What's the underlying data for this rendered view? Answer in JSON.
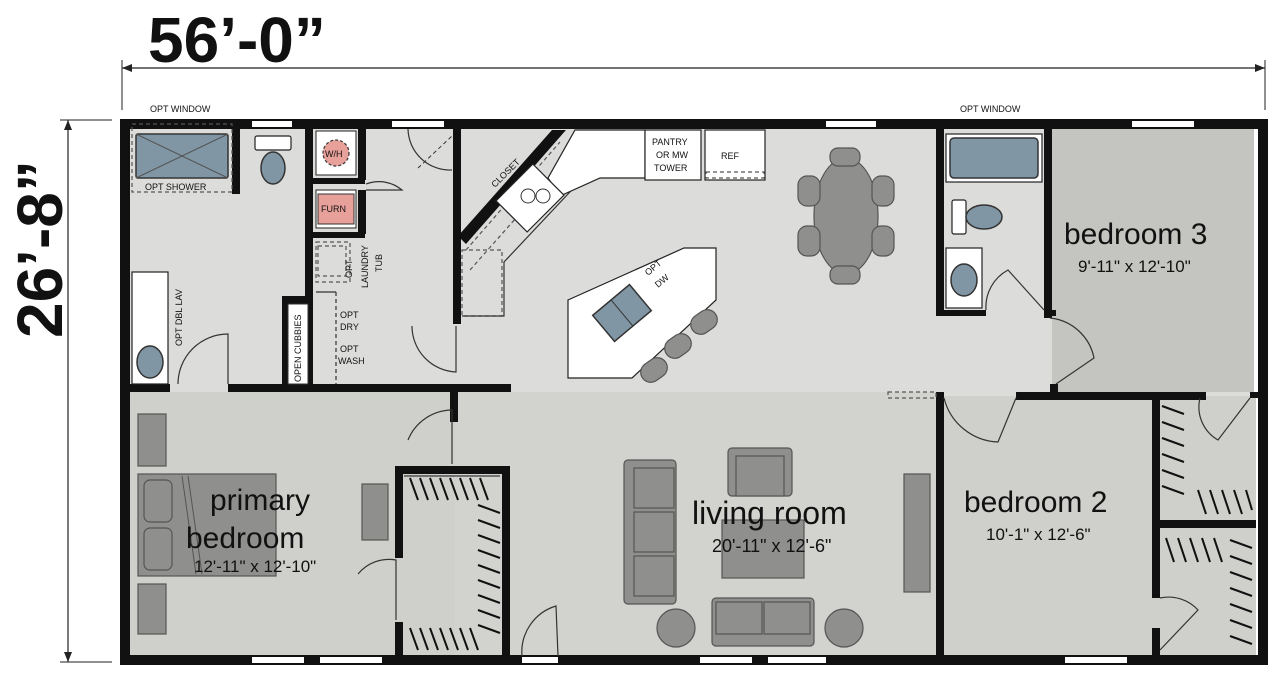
{
  "dimensions": {
    "width": "56’-0”",
    "depth": "26’-8”"
  },
  "rooms": {
    "primary": {
      "name_line1": "primary",
      "name_line2": "bedroom",
      "size": "12'-11\" x 12'-10\""
    },
    "living": {
      "name": "living room",
      "size": "20'-11\" x 12'-6\""
    },
    "bedroom2": {
      "name": "bedroom 2",
      "size": "10'-1\" x 12'-6\""
    },
    "bedroom3": {
      "name": "bedroom 3",
      "size": "9'-11\" x 12'-10\""
    }
  },
  "labels": {
    "opt_window_left": "OPT WINDOW",
    "opt_window_right": "OPT WINDOW",
    "opt_shower": "OPT SHOWER",
    "opt_dbl_lav": "OPT DBL LAV",
    "water_heater": "W/H",
    "furnace": "FURN",
    "closet": "CLOSET",
    "pantry_line1": "PANTRY",
    "pantry_line2": "OR MW",
    "pantry_line3": "TOWER",
    "ref": "REF",
    "opt_dw_line1": "OPT",
    "opt_dw_line2": "DW",
    "laundry_line1": "OPT",
    "laundry_line2": "LAUNDRY",
    "laundry_line3": "TUB",
    "opt_dry_line1": "OPT",
    "opt_dry_line2": "DRY",
    "opt_wash_line1": "OPT",
    "opt_wash_line2": "WASH",
    "open_cubbies": "OPEN CUBBIES"
  },
  "colors": {
    "floor_light": "#dcdcda",
    "floor_mid": "#cfcfcc",
    "floor_dark": "#c4c4c0",
    "wall": "#111111",
    "fixture_blue": "#8096a4",
    "furniture": "#8f8f8d",
    "mech_pink": "#e8a09a"
  }
}
